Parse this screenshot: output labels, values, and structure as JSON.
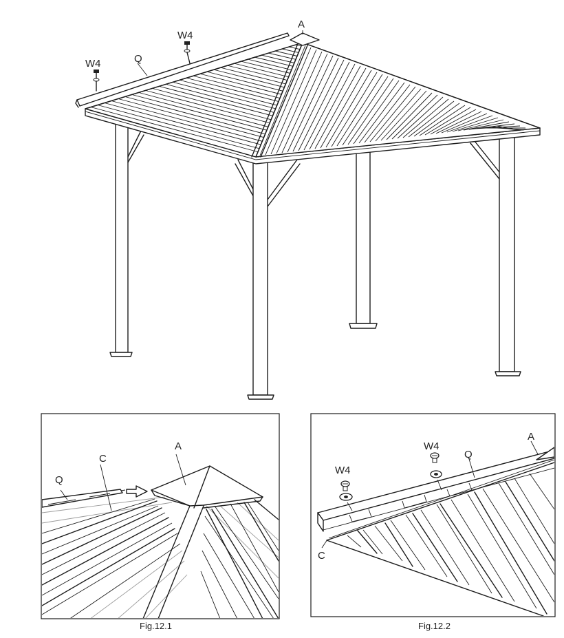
{
  "main_view": {
    "labels": {
      "apex": "A",
      "ridge_cover": "Q",
      "screw_left": "W4",
      "screw_right": "W4"
    }
  },
  "fig_12_1": {
    "labels": {
      "apex": "A",
      "ridge_cover": "Q",
      "ridge": "C"
    },
    "caption": "Fig.12.1"
  },
  "fig_12_2": {
    "labels": {
      "apex": "A",
      "ridge_cover": "Q",
      "ridge": "C",
      "screw_left": "W4",
      "screw_right": "W4"
    },
    "caption": "Fig.12.2"
  }
}
